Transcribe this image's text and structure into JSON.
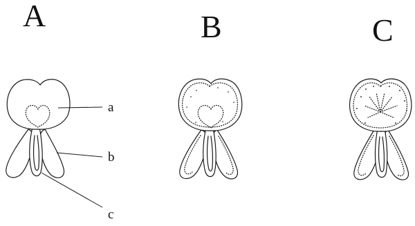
{
  "panels": [
    {
      "id": "A",
      "label": "A"
    },
    {
      "id": "B",
      "label": "B"
    },
    {
      "id": "C",
      "label": "C"
    }
  ],
  "callouts": [
    {
      "id": "a",
      "label": "a"
    },
    {
      "id": "b",
      "label": "b"
    },
    {
      "id": "c",
      "label": "c"
    }
  ],
  "colors": {
    "ink": "#1a1a1a",
    "background": "#ffffff"
  }
}
